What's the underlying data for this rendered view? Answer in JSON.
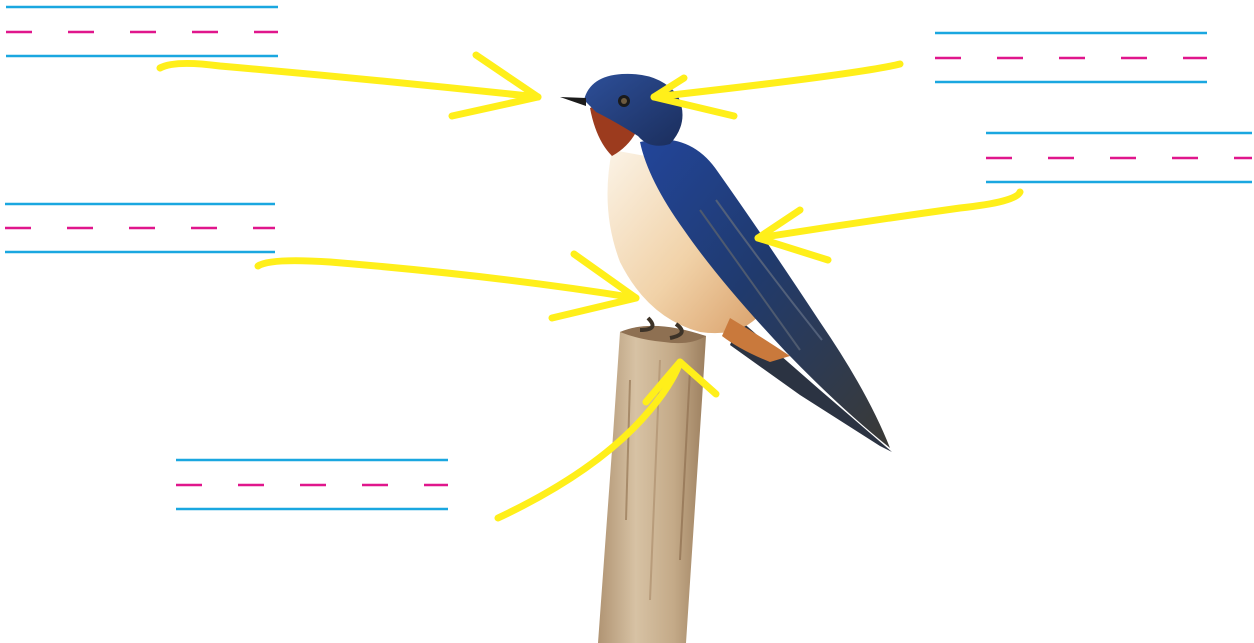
{
  "worksheet": {
    "colors": {
      "guide_line": "#1aa7e0",
      "dash_line": "#e0168c",
      "arrow": "#ffef1a",
      "background": "#ffffff"
    },
    "label_slots": [
      {
        "name": "label-slot-beak",
        "points_to": "beak",
        "answer": ""
      },
      {
        "name": "label-slot-eye",
        "points_to": "eye",
        "answer": ""
      },
      {
        "name": "label-slot-wing",
        "points_to": "wing",
        "answer": ""
      },
      {
        "name": "label-slot-breast",
        "points_to": "breast",
        "answer": ""
      },
      {
        "name": "label-slot-feet",
        "points_to": "feet",
        "answer": ""
      }
    ],
    "illustration": {
      "subject_icon": "bird-illustration",
      "perch_icon": "wooden-post"
    }
  }
}
